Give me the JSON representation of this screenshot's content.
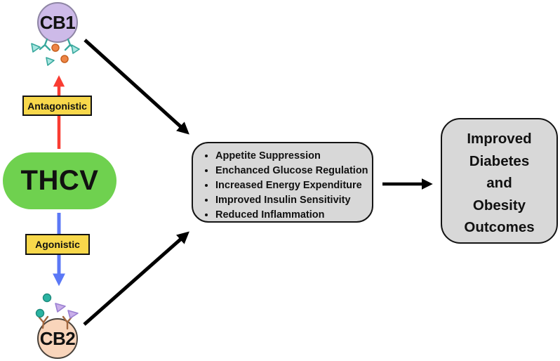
{
  "cb1": {
    "label": "CB1"
  },
  "cb2": {
    "label": "CB2"
  },
  "thcv": {
    "label": "THCV"
  },
  "interactions": {
    "antagonistic": "Antagonistic",
    "agonistic": "Agonistic"
  },
  "effects": {
    "items": [
      "Appetite Suppression",
      "Enchanced Glucose Regulation",
      "Increased Energy Expenditure",
      "Improved Insulin Sensitivity",
      "Reduced Inflammation"
    ]
  },
  "outcome": {
    "lines": [
      "Improved",
      "Diabetes",
      "and",
      "Obesity",
      "Outcomes"
    ],
    "text": "Improved Diabetes and Obesity Outcomes"
  },
  "icons": [
    "red-up-arrow-icon",
    "blue-down-arrow-icon",
    "black-arrow-icon",
    "teal-y-receptor-icon",
    "brown-y-receptor-icon",
    "teal-triangle-ligand-icon",
    "purple-triangle-ligand-icon",
    "orange-dot-ligand-icon",
    "teal-dot-ligand-icon"
  ],
  "colors": {
    "cb1_fill": "#cdbae8",
    "cb1_border": "#8e85a4",
    "cb2_fill": "#f9d5bb",
    "cb2_border": "#49423b",
    "thcv_fill": "#6fd14f",
    "tag_fill": "#f8d84b",
    "antagonistic_arrow": "#f93c32",
    "agonistic_arrow": "#5b78f6",
    "box_fill": "#d8d8d8",
    "box_border": "#141414",
    "black_arrow": "#000000",
    "receptor_teal": "#a9e6e1",
    "receptor_teal_stroke": "#38a89d",
    "ligand_orange": "#ee8546",
    "ligand_teal": "#2bb3a2",
    "ligand_purple": "#c9aee9",
    "receptor_brown": "#a2673f"
  }
}
